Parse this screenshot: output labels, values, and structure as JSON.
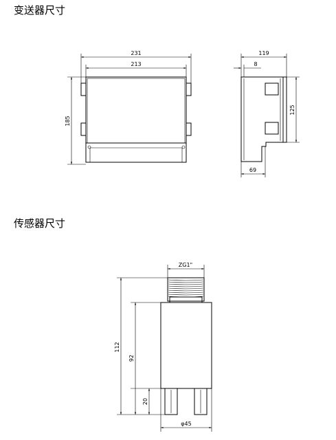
{
  "headings": {
    "transmitter": "变送器尺寸",
    "sensor": "传感器尺寸"
  },
  "transmitter_front": {
    "overall_width": "231",
    "inner_width": "213",
    "height": "185"
  },
  "transmitter_side": {
    "depth": "119",
    "flange": "8",
    "height": "125",
    "bottom": "69"
  },
  "sensor": {
    "thread": "ZG1\"",
    "total_length": "112",
    "body_length": "92",
    "connector_length": "20",
    "diameter": "φ45"
  }
}
